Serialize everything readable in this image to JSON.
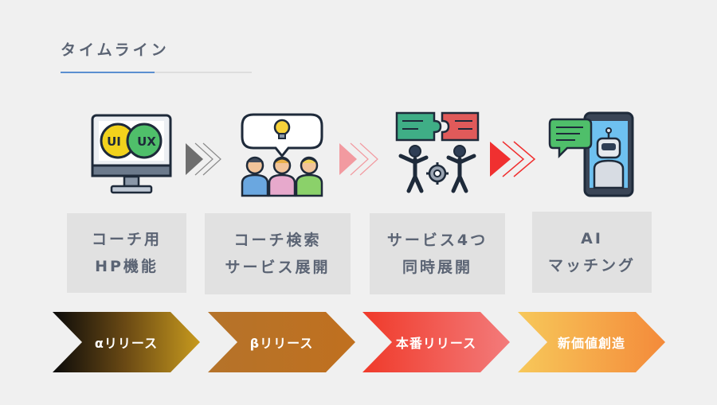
{
  "title": "タイムライン",
  "icons": {
    "ui_text": "UI",
    "ux_text": "UX"
  },
  "steps": [
    {
      "line1": "コーチ用",
      "line2": "HP機能"
    },
    {
      "line1": "コーチ検索",
      "line2": "サービス展開"
    },
    {
      "line1": "サービス4つ",
      "line2": "同時展開"
    },
    {
      "line1": "AI",
      "line2": "マッチング"
    }
  ],
  "releases": [
    {
      "label": "αリリース"
    },
    {
      "label": "βリリース"
    },
    {
      "label": "本番リリース"
    },
    {
      "label": "新価値創造"
    }
  ],
  "colors": {
    "title": "#5b6474",
    "accent_line": "#5b8fd0",
    "arrow1": "#6e6e6e",
    "arrow2": "#f29aa0",
    "arrow3": "#f03030"
  }
}
